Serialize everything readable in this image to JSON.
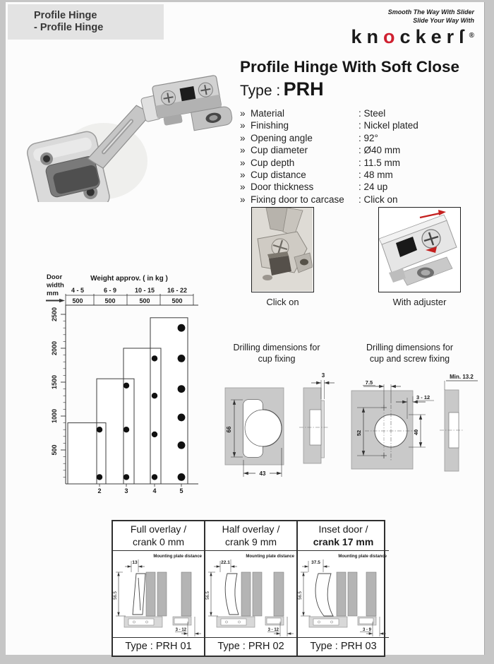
{
  "header_box": {
    "line1": "Profile Hinge",
    "line2": "- Profile Hinge"
  },
  "brand": {
    "tagline_line1": "Smooth The Way With Slider",
    "tagline_line2": "Slide Your Way With",
    "logo_prefix": "kn",
    "logo_o": "o",
    "logo_suffix": "cker",
    "logo_s": "ſ",
    "registered_mark": "®",
    "accent_color": "#cf2030"
  },
  "product": {
    "title": "Profile Hinge With Soft Close",
    "type_label": "Type :",
    "type_value": "PRH",
    "specs": [
      {
        "bullet": "»",
        "label": "Material",
        "value": ": Steel"
      },
      {
        "bullet": "»",
        "label": "Finishing",
        "value": ": Nickel plated"
      },
      {
        "bullet": "»",
        "label": "Opening angle",
        "value": ": 92°"
      },
      {
        "bullet": "»",
        "label": "Cup diameter",
        "value": ": Ø40 mm"
      },
      {
        "bullet": "»",
        "label": "Cup depth",
        "value": ": 11.5 mm"
      },
      {
        "bullet": "»",
        "label": "Cup distance",
        "value": ": 48 mm"
      },
      {
        "bullet": "»",
        "label": "Door thickness",
        "value": ": 24 up"
      },
      {
        "bullet": "»",
        "label": "Fixing door to carcase",
        "value": ": Click on"
      }
    ]
  },
  "photos": {
    "click_on_caption": "Click on",
    "adjuster_caption": "With adjuster"
  },
  "chart_data": {
    "type": "bar",
    "title": "Weight approv. ( in kg )",
    "y_axis_label_lines": [
      "Door",
      "width",
      "mm"
    ],
    "weight_columns": [
      {
        "range": "4 - 5",
        "width": "500"
      },
      {
        "range": "6 - 9",
        "width": "500"
      },
      {
        "range": "10 - 15",
        "width": "500"
      },
      {
        "range": "16 - 22",
        "width": "500"
      }
    ],
    "y_ticks": [
      500,
      1000,
      1500,
      2000,
      2500
    ],
    "ylim": [
      0,
      2500
    ],
    "x_ticks": [
      "2",
      "3",
      "4",
      "5"
    ],
    "bars": [
      {
        "hinges": "2",
        "door_height_max": 900
      },
      {
        "hinges": "3",
        "door_height_max": 1550
      },
      {
        "hinges": "4",
        "door_height_max": 2000
      },
      {
        "hinges": "5",
        "door_height_max": 2450
      }
    ],
    "hinge_positions": [
      {
        "hinges": "2",
        "heights": [
          100,
          800
        ]
      },
      {
        "hinges": "3",
        "heights": [
          100,
          800,
          1450
        ]
      },
      {
        "hinges": "4",
        "heights": [
          100,
          730,
          1300,
          1850
        ]
      },
      {
        "hinges": "5",
        "heights": [
          100,
          570,
          980,
          1400,
          1850,
          2300
        ]
      }
    ]
  },
  "drilling_cup": {
    "title_line1": "Drilling dimensions for",
    "title_line2": "cup fixing",
    "dim_height": "66",
    "dim_width": "43",
    "dim_depth": "3"
  },
  "drilling_cup_screw": {
    "title_line1": "Drilling dimensions for",
    "title_line2": "cup and screw fixing",
    "dim_offset": "7.5",
    "dim_edge_range": "3 - 12",
    "dim_screw_spacing": "52",
    "dim_cup": "40",
    "dim_min_thickness": "Min. 13.2"
  },
  "variants": {
    "columns": [
      {
        "header1": "Full overlay /",
        "header2": "crank 0 mm",
        "mounting_label": "Mounting plate distance",
        "dim_top": "13",
        "dim_side": "56.5",
        "dim_bottom": "3 - 12",
        "type": "Type : PRH 01"
      },
      {
        "header1": "Half overlay /",
        "header2": "crank 9 mm",
        "mounting_label": "Mounting plate distance",
        "dim_top": "22.1",
        "dim_side": "56.5",
        "dim_bottom": "3 - 12",
        "type": "Type : PRH 02"
      },
      {
        "header1": "Inset door /",
        "header2": "crank 17 mm",
        "mounting_label": "Mounting plate distance",
        "dim_top": "37.5",
        "dim_side": "56.5",
        "dim_bottom": "3 - 9",
        "type": "Type : PRH 03"
      }
    ]
  }
}
